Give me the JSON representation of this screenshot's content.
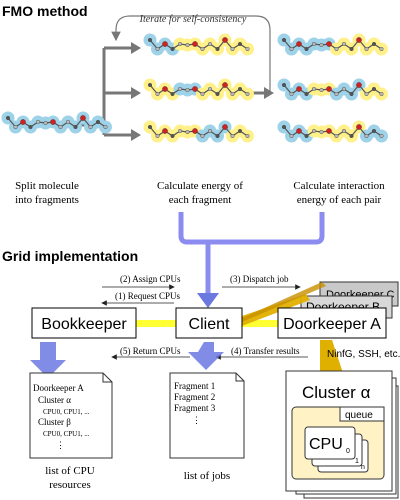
{
  "sections": {
    "fmo_title": "FMO method",
    "grid_title": "Grid implementation"
  },
  "fmo": {
    "iterate_label": "Iterate for self-consistency",
    "step1": [
      "Split molecule",
      "into fragments"
    ],
    "step2": [
      "Calculate energy of",
      "each fragment"
    ],
    "step3": [
      "Calculate interaction",
      "energy of each pair"
    ]
  },
  "grid": {
    "boxes": {
      "bookkeeper": "Bookkeeper",
      "client": "Client",
      "doorkeeper_a": "Doorkeeper A",
      "doorkeeper_b": "Doorkeeper B",
      "doorkeeper_c": "Doorkeeper C"
    },
    "arrows": {
      "assign_cpus": "(2) Assign CPUs",
      "request_cpus": "(1) Request CPUs",
      "dispatch_job": "(3) Dispatch job",
      "return_cpus": "(5) Return CPUs",
      "transfer_results": "(4) Transfer results",
      "protocols": "NinfG, SSH, etc."
    },
    "cpu_list": {
      "lines": [
        "Doorkeeper A",
        "Cluster α",
        "CPU0, CPU1, ...",
        "Cluster β",
        "CPU0, CPU1, ...",
        "⋮"
      ],
      "caption": [
        "list of CPU",
        "resources"
      ]
    },
    "job_list": {
      "lines": [
        "Fragment 1",
        "Fragment 2",
        "Fragment 3",
        "⋮"
      ],
      "caption": "list of jobs"
    },
    "cluster": {
      "title": "Cluster α",
      "queue": "queue",
      "cpu": "CPU",
      "cpu_subscript": "0",
      "cpu_back_subscript": "1",
      "cpu_back2_subscript": "n"
    }
  },
  "colors": {
    "blue_arrow": "#8c8cf0",
    "blue_head": "#6a78e0",
    "yellow_link": "#ffff33",
    "orange_link": "#d9a000",
    "cluster_fill": "#fff2c4",
    "highlight_blue": "#9ed2e8",
    "highlight_yellow": "#fff08a"
  }
}
